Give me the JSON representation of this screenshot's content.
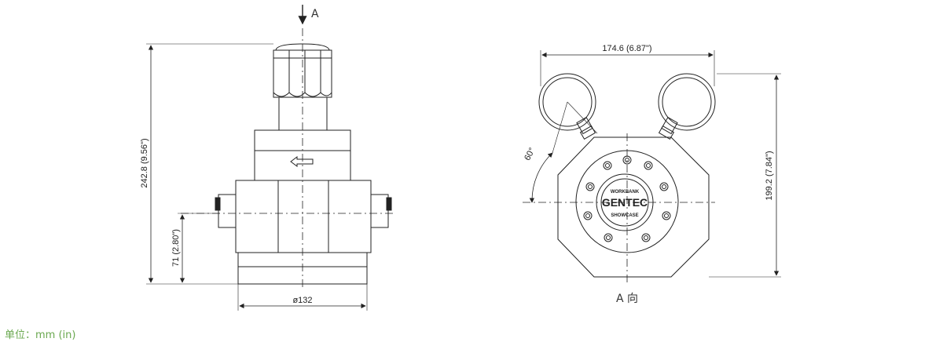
{
  "view_label": "A",
  "view_caption": "A 向",
  "unit_note": "单位：mm (in)",
  "brand_logo": "GENTEC",
  "brand_arc_top": "WORKBANK",
  "brand_arc_bottom": "SHOWCASE",
  "dimensions": {
    "overall_height": "242.8 (9.56\")",
    "port_height": "71 (2.80\")",
    "body_diameter": "ø132",
    "top_width": "174.6 (6.87\")",
    "top_height": "199.2 (7.84\")",
    "gauge_angle": "60°"
  },
  "colors": {
    "line": "#222222",
    "unit_note": "#6aa84f"
  }
}
